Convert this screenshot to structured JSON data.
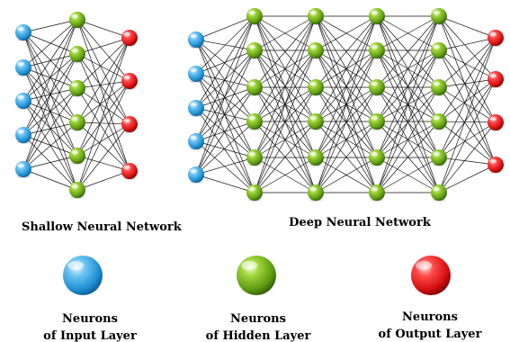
{
  "colors": {
    "input": "#2a9fe0",
    "hidden": "#6aa615",
    "output": "#e41414",
    "connection": "#111111"
  },
  "shallow_network": {
    "title": "Shallow Neural Network",
    "layers": [
      {
        "kind": "input",
        "neurons": 5
      },
      {
        "kind": "hidden",
        "neurons": 6
      },
      {
        "kind": "output",
        "neurons": 4
      }
    ]
  },
  "deep_network": {
    "title": "Deep Neural Network",
    "layers": [
      {
        "kind": "input",
        "neurons": 5
      },
      {
        "kind": "hidden",
        "neurons": 6
      },
      {
        "kind": "hidden",
        "neurons": 6
      },
      {
        "kind": "hidden",
        "neurons": 6
      },
      {
        "kind": "hidden",
        "neurons": 6
      },
      {
        "kind": "output",
        "neurons": 4
      }
    ]
  },
  "legend": {
    "input": {
      "line1": "Neurons",
      "line2": "of Input Layer"
    },
    "hidden": {
      "line1": "Neurons",
      "line2": "of Hidden Layer"
    },
    "output": {
      "line1": "Neurons",
      "line2": "of Output Layer"
    }
  }
}
